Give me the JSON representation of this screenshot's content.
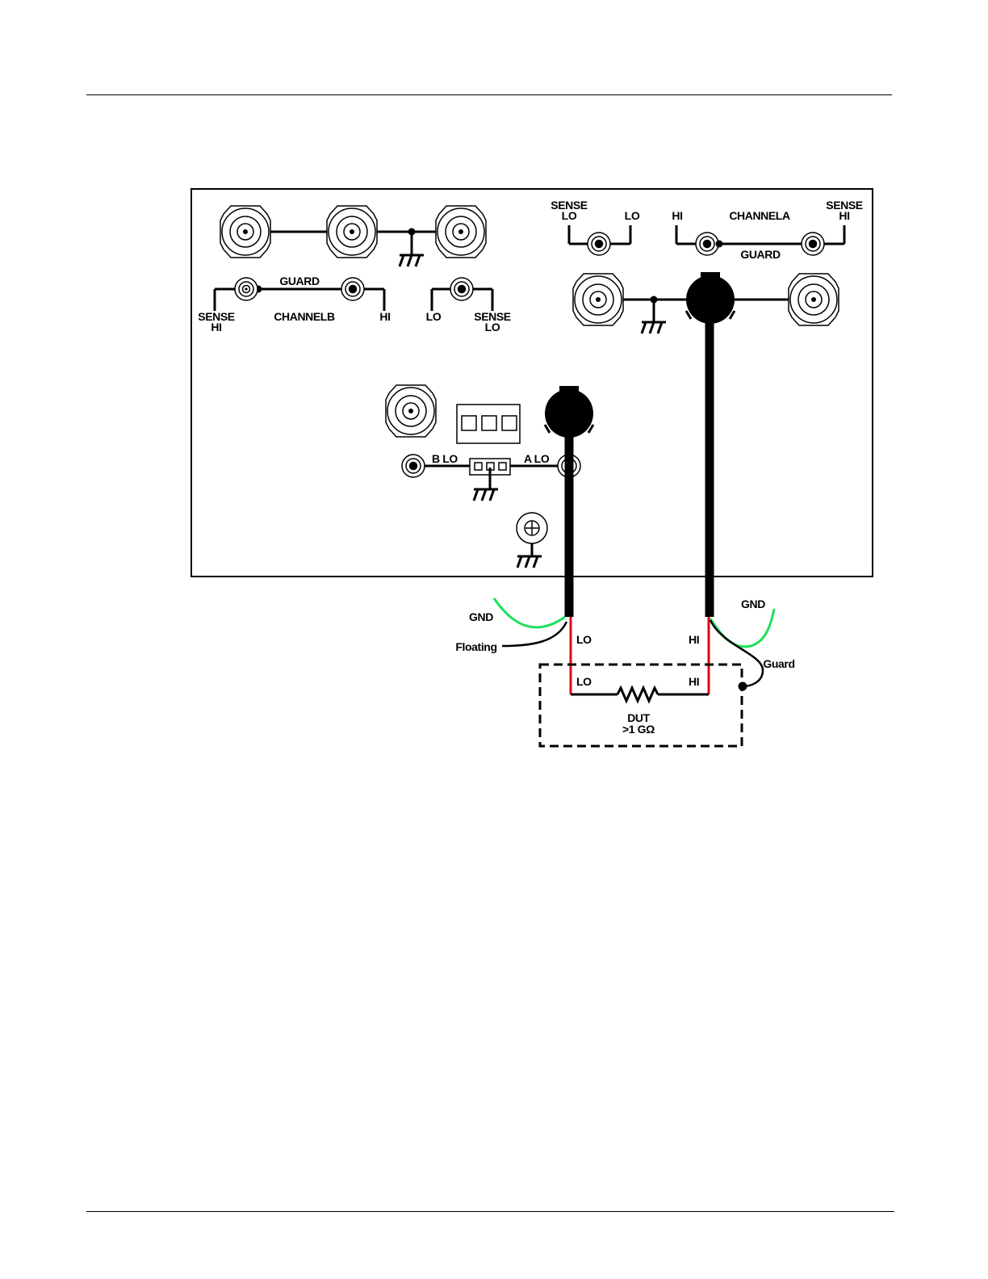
{
  "panel": {
    "channel_b": {
      "guard": "GUARD",
      "sense_hi_1": "SENSE",
      "sense_hi_2": "HI",
      "name": "CHANNELB",
      "hi": "HI",
      "lo": "LO",
      "sense_lo_1": "SENSE",
      "sense_lo_2": "LO"
    },
    "channel_a": {
      "sense_lo_1": "SENSE",
      "sense_lo_2": "LO",
      "lo": "LO",
      "hi": "HI",
      "name": "CHANNELA",
      "sense_hi_1": "SENSE",
      "sense_hi_2": "HI",
      "guard": "GUARD"
    },
    "b_lo": "B  LO",
    "a_lo": "A LO"
  },
  "wiring": {
    "gnd_left": "GND",
    "floating": "Floating",
    "lo_cable": "LO",
    "hi_cable": "HI",
    "gnd_right": "GND",
    "guard": "Guard"
  },
  "dut": {
    "lo": "LO",
    "hi": "HI",
    "name": "DUT",
    "value": ">1 GΩ"
  },
  "colors": {
    "lead_wire": "#e0001a",
    "ground_wire": "#1fe05a"
  }
}
